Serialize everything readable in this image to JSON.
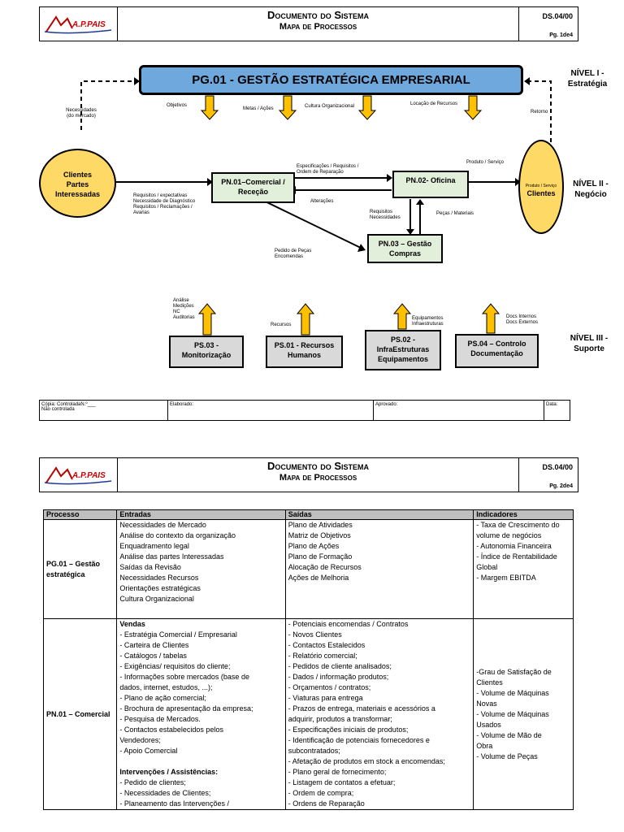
{
  "doc": {
    "logo_text": "A.P.PAIS",
    "title": "Documento do Sistema",
    "subtitle": "Mapa de Processos",
    "code": "DS.04/00",
    "page1": "Pg. 1de4",
    "page2": "Pg. 2de4"
  },
  "diagram": {
    "pg01": "PG.01 - GESTÃO ESTRATÉGICA EMPRESARIAL",
    "level1": [
      "NÍVEL I -",
      "Estratégia"
    ],
    "level2": [
      "NÍVEL II -",
      "Negócio"
    ],
    "level3": [
      "NÍVEL III -",
      "Suporte"
    ],
    "arrow_labels": [
      "Objetivos",
      "Metas / Ações",
      "Cultura Organizacional",
      "Locação de Recursos"
    ],
    "necessidades": [
      "Necessidades",
      "(do mercado)"
    ],
    "retorno": "Retorno",
    "clientes_left": [
      "Clientes",
      "Partes",
      "Interessadas"
    ],
    "clientes_right_small": "Produto / Serviço",
    "clientes_right": "Clientes",
    "pn01": [
      "PN.01–Comercial /",
      "Receção"
    ],
    "pn02": "PN.02- Oficina",
    "pn03": [
      "PN.03 – Gestão",
      "Compras"
    ],
    "lbl_requisitos_left": [
      "Requisitos / expectativas",
      "Necessidade de Diagnóstico",
      "Requisitos / Reclamações /",
      "Avarias"
    ],
    "lbl_especificacoes": [
      "Especificações / Requisitos /",
      "Ordem de Reparação"
    ],
    "lbl_alteracoes": "Alterações",
    "lbl_produto": "Produto / Serviço",
    "lbl_req_nec": [
      "Requisitos",
      "Necessidades"
    ],
    "lbl_pecas": "Peças / Materiais",
    "lbl_pedido": [
      "Pedido de Peças",
      "Encomendas"
    ],
    "ps03": [
      "PS.03 -",
      "Monitorização"
    ],
    "ps01": [
      "PS.01 - Recursos",
      "Humanos"
    ],
    "ps02": [
      "PS.02 -",
      "InfraEstruturas",
      "Equipamentos"
    ],
    "ps04": [
      "PS.04 – Controlo",
      "Documentação"
    ],
    "lbl_analise": [
      "Análise",
      "Medições",
      "NC",
      "Auditorias"
    ],
    "lbl_recursos": "Recursos",
    "lbl_equip": [
      "Equipamentos",
      "Infraestruturas"
    ],
    "lbl_docs": [
      "Docs Internos",
      "Docs Externos"
    ]
  },
  "footer": {
    "copia": "Cópia:    ControladaN.º___",
    "nao": "Não controlada",
    "elaborado": "Elaborado:",
    "aprovado": "Aprovado:",
    "data": "Data:"
  },
  "table": {
    "headers": [
      "Processo",
      "Entradas",
      "Saídas",
      "Indicadores"
    ],
    "rows": [
      {
        "processo": "PG.01 – Gestão estratégica",
        "entradas": [
          "Necessidades de Mercado",
          "Análise do contexto da organização",
          "Enquadramento legal",
          "Análise das partes Interessadas",
          "Saídas da Revisão",
          "Necessidades Recursos",
          "Orientações estratégicas",
          "Cultura Organizacional"
        ],
        "saidas": [
          "Plano de Atividades",
          "Matriz de Objetivos",
          "Plano de Ações",
          "Plano de Formação",
          "Alocação de Recursos",
          "Ações de Melhoria"
        ],
        "indicadores": [
          "- Taxa de Crescimento do",
          "volume de negócios",
          "- Autonomia Financeira",
          "- Índice de Rentabilidade",
          "Global",
          "- Margem EBITDA"
        ]
      },
      {
        "processo": "PN.01 – Comercial",
        "entradas": [
          "Vendas",
          "- Estratégia Comercial / Empresarial",
          "- Carteira de Clientes",
          "- Catálogos / tabelas",
          "- Exigências/ requisitos do cliente;",
          "- Informações sobre mercados (base de",
          "dados, internet, estudos, ...);",
          "- Plano de ação comercial;",
          "- Brochura de apresentação da empresa;",
          "- Pesquisa de Mercados.",
          "- Contactos estabelecidos pelos",
          "Vendedores;",
          "- Apoio Comercial",
          "",
          "Intervenções / Assistências:",
          "- Pedido de clientes;",
          "- Necessidades de Clientes;",
          "- Planeamento das Intervenções /"
        ],
        "saidas": [
          "- Potenciais encomendas / Contratos",
          "- Novos Clientes",
          "- Contactos Estalecidos",
          "- Relatório comercial;",
          "- Pedidos de cliente analisados;",
          "- Dados / informação produtos;",
          "- Orçamentos / contratos;",
          "- Viaturas para entrega",
          "- Prazos de entrega, materiais e acessórios a",
          "adquirir, produtos a transformar;",
          "- Especificações iniciais de produtos;",
          "- Identificação de potenciais fornecedores e",
          "subcontratados;",
          "- Afetação de produtos em stock a encomendas;",
          "- Plano geral de fornecimento;",
          "- Listagem de contatos a efetuar;",
          "- Ordem de compra;",
          "- Ordens de Reparação"
        ],
        "indicadores": [
          "-Grau de Satisfação de",
          "Clientes",
          "- Volume de Máquinas",
          "Novas",
          " - Volume de Máquinas",
          "Usados",
          "- Volume de Mão de",
          "Obra",
          "- Volume de Peças"
        ]
      }
    ]
  }
}
